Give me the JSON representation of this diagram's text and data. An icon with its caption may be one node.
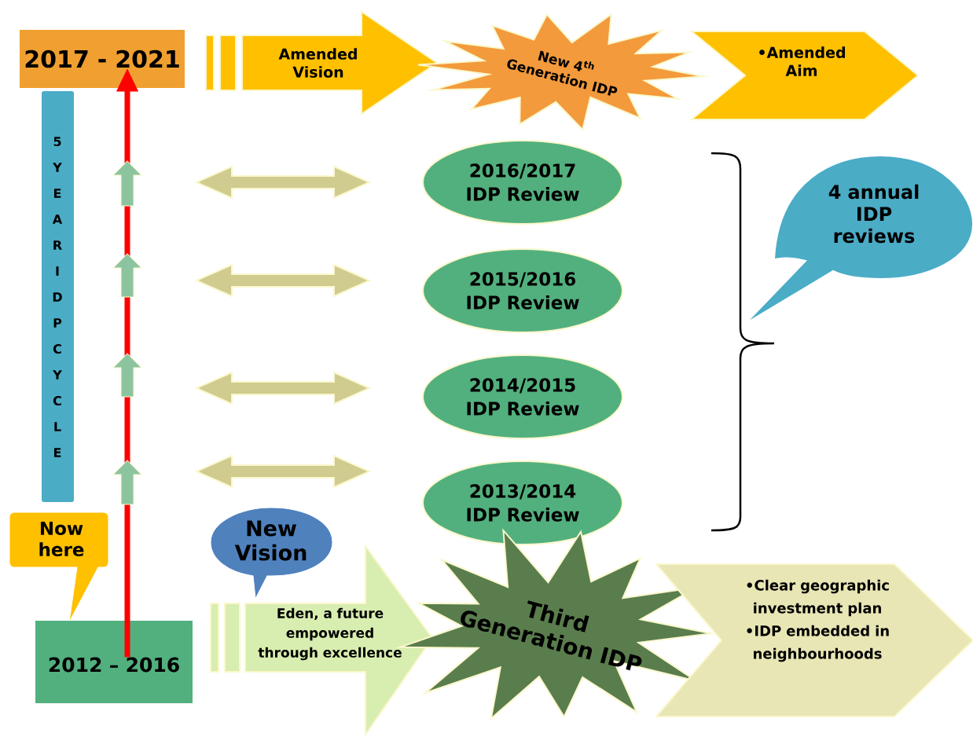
{
  "diagram": {
    "nodes": [
      {
        "text": [
          "2017 - 2021"
        ]
      },
      {
        "text": [
          "Amended Vision"
        ]
      },
      {
        "text": [
          "New 4$^{th}$ Generation IDP"
        ]
      },
      {
        "text": [
          "•Amended Aim"
        ]
      },
      {
        "text": [
          "5 YEAR IDP CYCLE"
        ]
      },
      {
        "text": [
          "2016/2017 IDP Review"
        ]
      },
      {
        "text": [
          "2015/2016 IDP Review"
        ]
      },
      {
        "text": [
          "2014/2015 IDP Review"
        ]
      },
      {
        "text": [
          "2013/2014 IDP Review"
        ]
      },
      {
        "text": [
          "4 annual IDP reviews"
        ]
      },
      {
        "text": [
          "Now here"
        ]
      },
      {
        "text": [
          "New Vision"
        ]
      },
      {
        "text": [
          "2012 – 2016"
        ]
      },
      {
        "text": [
          "Eden, a future empowered through excellence"
        ]
      },
      {
        "text": [
          "Third Generation IDP"
        ]
      },
      {
        "text": [
          "•Clear geographic investment plan",
          "•IDP embedded in neighbourhoods"
        ]
      }
    ],
    "edges": [
      {
        "from": 12,
        "to": 0,
        "arrow": "to",
        "color": "#ff0000"
      }
    ]
  }
}
